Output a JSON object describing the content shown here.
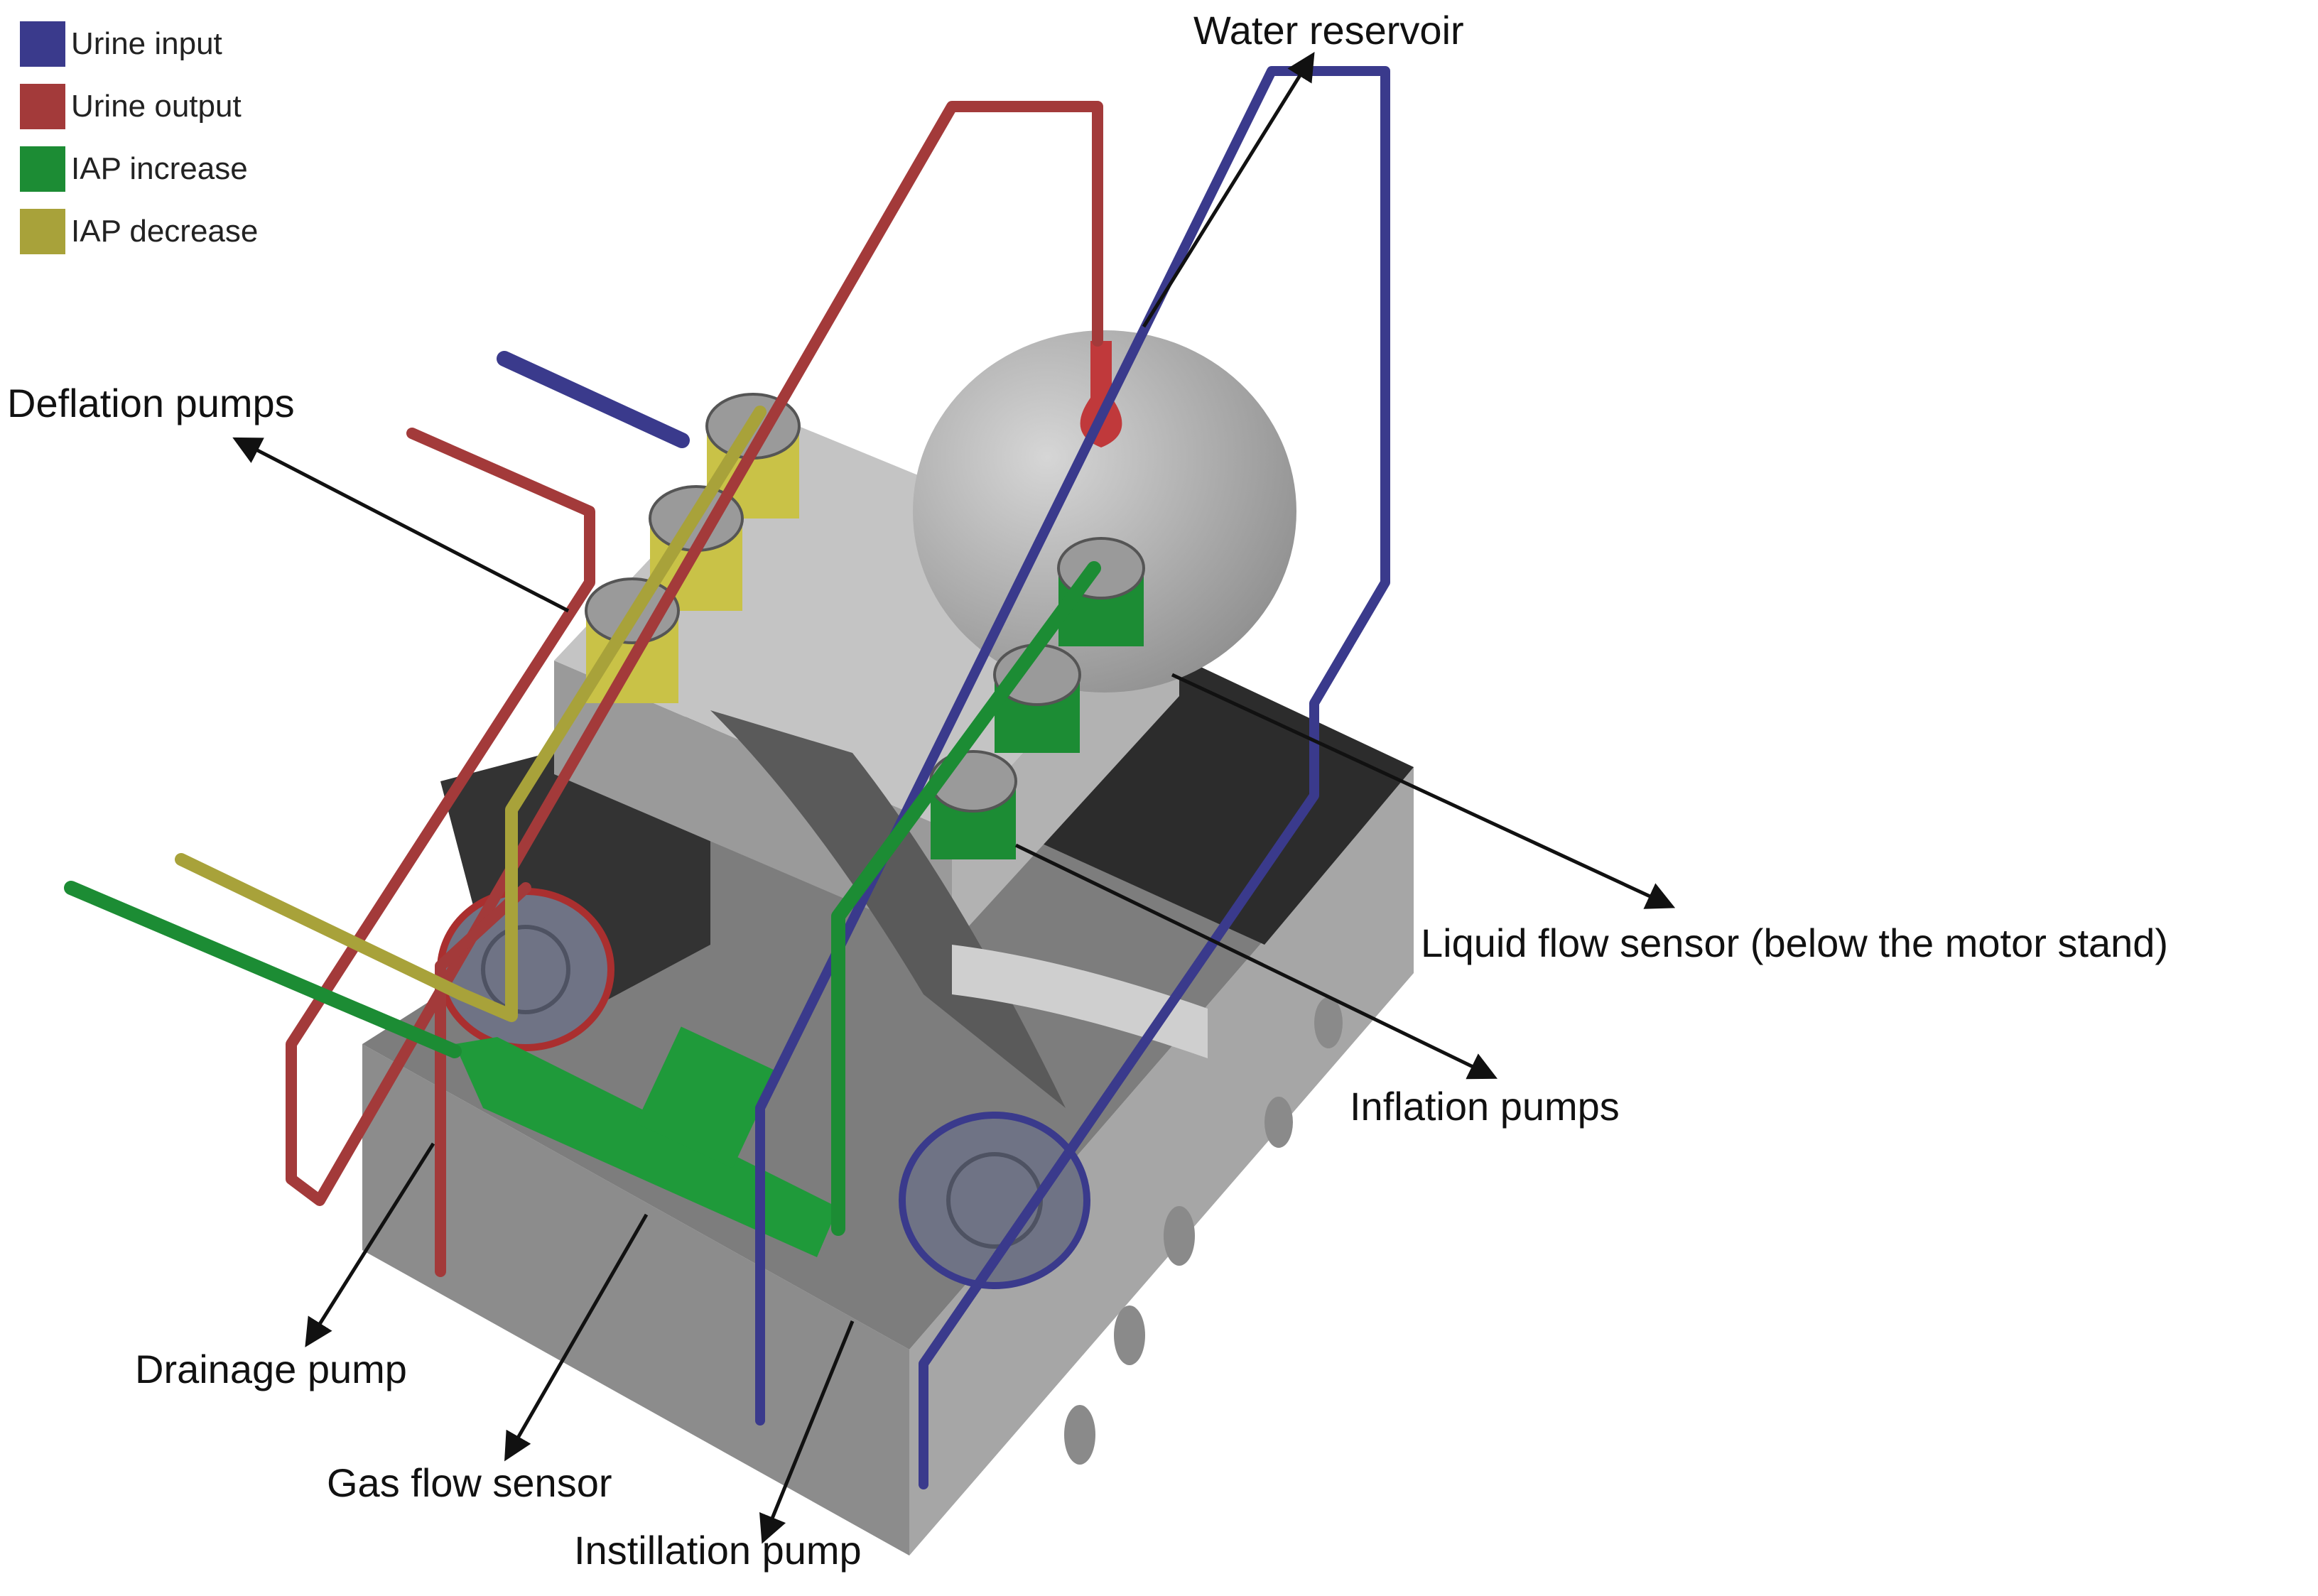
{
  "colors": {
    "urine_input": "#3a3a8c",
    "urine_output": "#a33a3a",
    "iap_increase": "#1c8c34",
    "iap_decrease": "#a8a23a",
    "housing": "#9a9a9a",
    "housing_dark": "#6e6e6e",
    "housing_light": "#c4c4c4",
    "base_black": "#2c2c2c",
    "reservoir": "#b3b3b3",
    "reservoir_tip": "#c0393b",
    "arrow": "#111111"
  },
  "legend": [
    {
      "label": "Urine input",
      "color_key": "urine_input"
    },
    {
      "label": "Urine output",
      "color_key": "urine_output"
    },
    {
      "label": "IAP increase",
      "color_key": "iap_increase"
    },
    {
      "label": "IAP decrease",
      "color_key": "iap_decrease"
    }
  ],
  "callouts": {
    "water_reservoir": "Water reservoir",
    "deflation_pumps": "Deflation pumps",
    "liquid_flow_sensor": "Liquid flow sensor (below the motor stand)",
    "inflation_pumps": "Inflation pumps",
    "drainage_pump": "Drainage pump",
    "gas_flow_sensor": "Gas flow sensor",
    "instillation_pump": "Instillation pump"
  }
}
